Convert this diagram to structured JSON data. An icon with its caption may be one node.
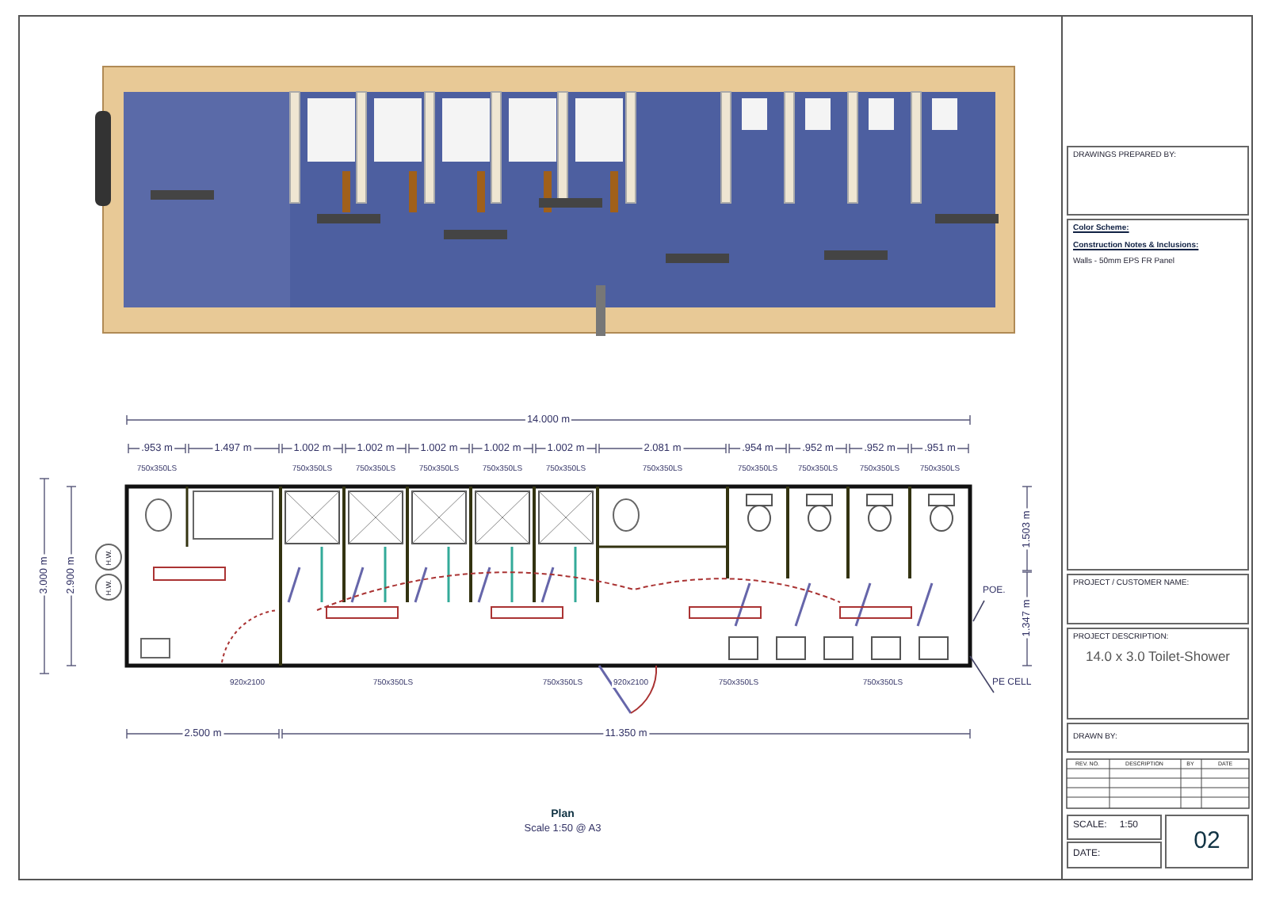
{
  "diagram": {
    "nodes": [
      {
        "text": [
          "DRAWINGS PREPARED BY:"
        ]
      },
      {
        "text": [
          "Color Scheme:",
          "Construction Notes & Inclusions:",
          "Walls - 50mm EPS FR Panel"
        ]
      },
      {
        "text": [
          "PROJECT / CUSTOMER NAME:"
        ]
      },
      {
        "text": [
          "PROJECT DESCRIPTION:",
          "14.0 x 3.0 Toilet-Shower"
        ]
      },
      {
        "text": [
          "DRAWN BY:"
        ]
      },
      {
        "text": [
          "SCALE:",
          "1:50"
        ]
      },
      {
        "text": [
          "DATE:"
        ]
      },
      {
        "text": [
          "02"
        ]
      },
      {
        "text": [
          "H.W."
        ]
      },
      {
        "text": [
          "H.W."
        ]
      },
      {
        "text": [
          "POE."
        ]
      },
      {
        "text": [
          "PE CELL"
        ]
      }
    ],
    "edges": [
      {
        "from": 10,
        "to": null,
        "arrow": "none"
      },
      {
        "from": 11,
        "to": null,
        "arrow": "none"
      }
    ],
    "labels": [
      "14.000 m",
      ".953 m",
      "1.497 m",
      "1.002 m",
      "1.002 m",
      "1.002 m",
      "1.002 m",
      "1.002 m",
      "2.081 m",
      ".954 m",
      ".952 m",
      ".952 m",
      ".951 m",
      "750x350LS",
      "750x350LS",
      "750x350LS",
      "750x350LS",
      "750x350LS",
      "750x350LS",
      "750x350LS",
      "750x350LS",
      "750x350LS",
      "750x350LS",
      "750x350LS",
      "3.000 m",
      "2.900 m",
      "1.503 m",
      "1.347 m",
      "920x2100",
      "750x350LS",
      "750x350LS",
      "920x2100",
      "750x350LS",
      "750x350LS",
      "2.500 m",
      "11.350 m",
      "Plan",
      "Scale 1:50 @ A3",
      "REV. NO.",
      "DESCRIPTION",
      "BY",
      "DATE"
    ]
  }
}
